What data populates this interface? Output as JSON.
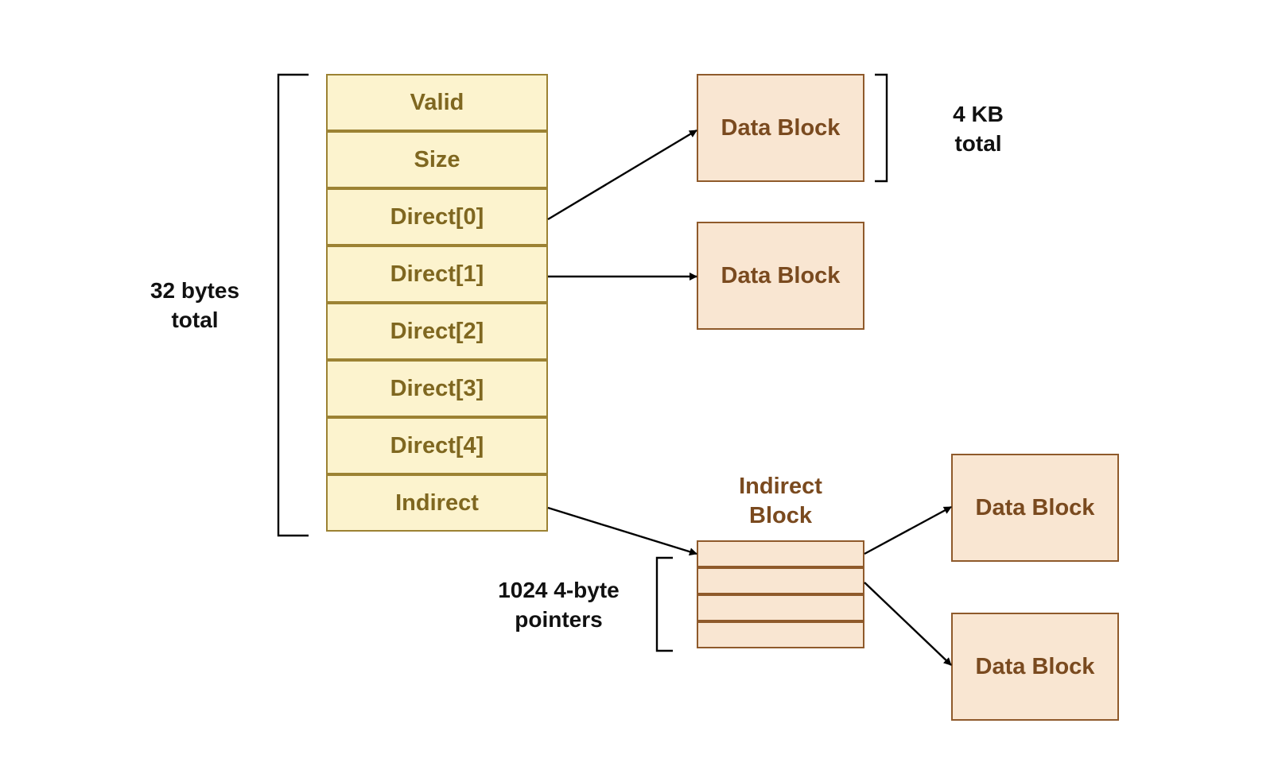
{
  "inode": {
    "fields": [
      "Valid",
      "Size",
      "Direct[0]",
      "Direct[1]",
      "Direct[2]",
      "Direct[3]",
      "Direct[4]",
      "Indirect"
    ]
  },
  "inode_size_label": {
    "line1": "32 bytes",
    "line2": "total"
  },
  "block_size_label": {
    "line1": "4 KB",
    "line2": "total"
  },
  "data_block_label": "Data Block",
  "indirect_block": {
    "title_line1": "Indirect",
    "title_line2": "Block",
    "pointer_rows": 4
  },
  "pointers_label": {
    "line1": "1024 4-byte",
    "line2": "pointers"
  },
  "colors": {
    "inode_fill": "#fcf3ce",
    "inode_border": "#9c8233",
    "inode_text": "#7f6720",
    "block_fill": "#f9e6d2",
    "block_border": "#8f5a2b",
    "block_text": "#7a4a1f"
  }
}
